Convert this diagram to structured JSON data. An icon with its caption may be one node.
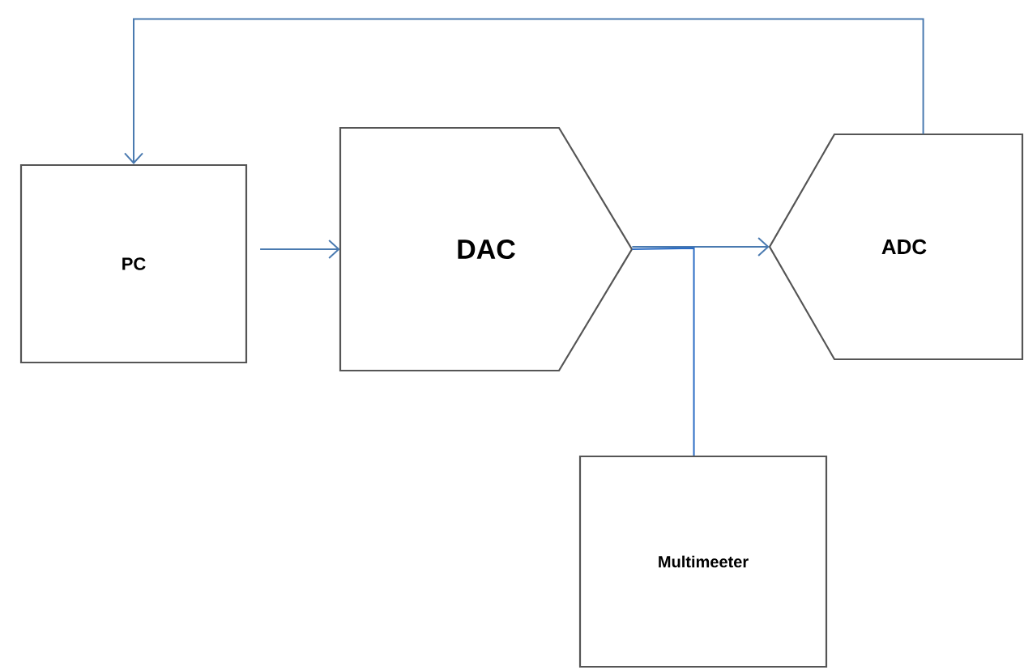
{
  "diagram": {
    "nodes": [
      {
        "text": [
          "PC"
        ]
      },
      {
        "text": [
          "DAC"
        ]
      },
      {
        "text": [
          "ADC"
        ]
      },
      {
        "text": [
          "Multimeeter"
        ]
      }
    ],
    "edges": [
      {
        "from": 0,
        "to": 1,
        "arrow": "to"
      },
      {
        "from": 1,
        "to": 2,
        "arrow": "to"
      },
      {
        "from": 1,
        "to": 3,
        "arrow": "none",
        "color": "#2b6cc4"
      },
      {
        "from": 2,
        "to": 0,
        "arrow": "to"
      }
    ]
  }
}
